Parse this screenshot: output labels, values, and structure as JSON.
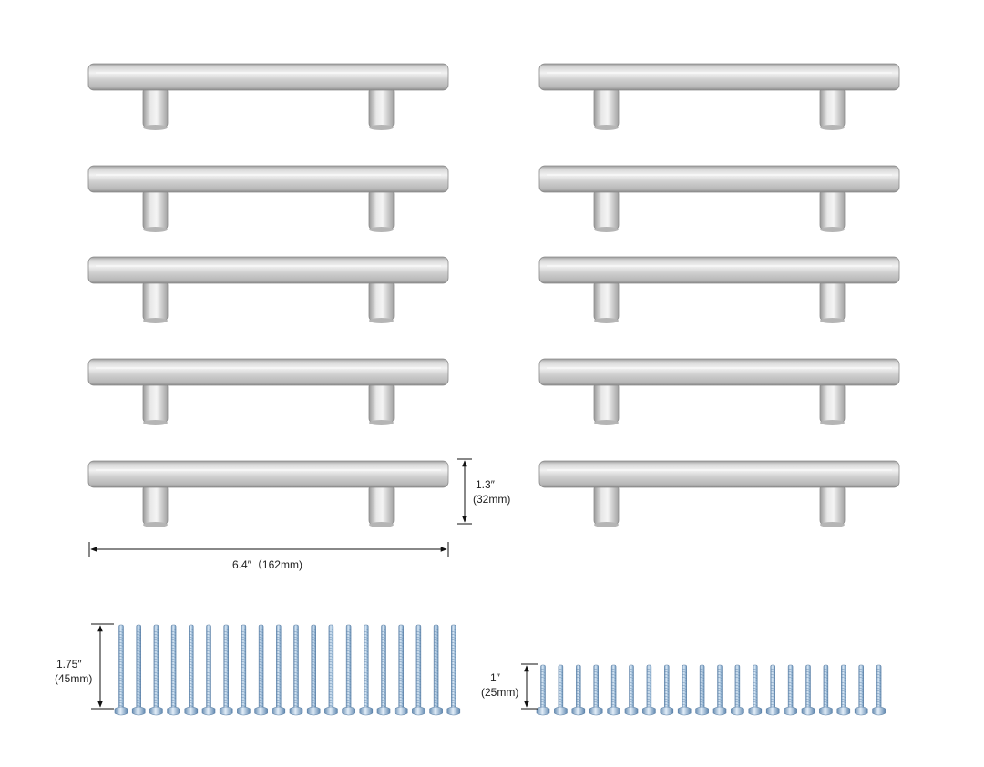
{
  "colors": {
    "background": "#ffffff",
    "steel_light": "#eeeeee",
    "steel_mid": "#c9c9c9",
    "steel_dark": "#8f8f8f",
    "screw_light": "#dbe9f5",
    "screw_mid": "#9fbfdc",
    "screw_dark": "#5f86ad",
    "dimension_line": "#111111"
  },
  "product": {
    "handle_count": 10,
    "long_screw_count": 20,
    "short_screw_count": 20
  },
  "dimensions": {
    "handle_height": {
      "imperial": "1.3″",
      "metric": "(32mm)"
    },
    "handle_length": {
      "label": "6.4″（162mm)"
    },
    "long_screw": {
      "imperial": "1.75″",
      "metric": "(45mm)"
    },
    "short_screw": {
      "imperial": "1″",
      "metric": "(25mm)"
    }
  },
  "icons": {
    "handle": "bar-pull-handle-icon",
    "screw": "machine-screw-icon",
    "dimension": "dimension-arrow-icon"
  }
}
